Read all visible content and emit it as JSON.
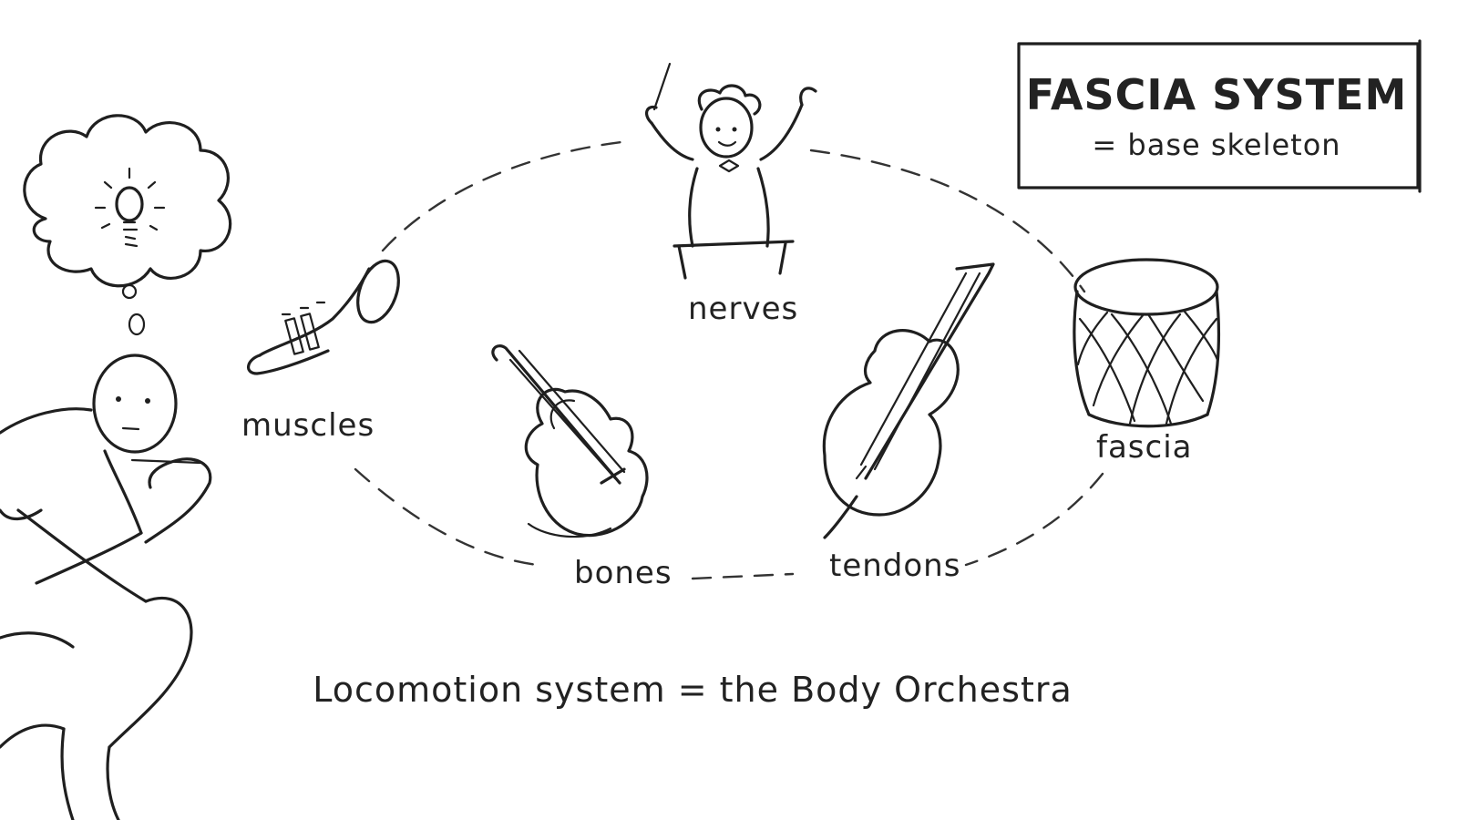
{
  "box": {
    "title": "FASCIA SYSTEM",
    "subtitle": "= base skeleton"
  },
  "labels": {
    "muscles": "muscles",
    "nerves": "nerves",
    "bones": "bones",
    "tendons": "tendons",
    "fascia": "fascia"
  },
  "caption": "Locomotion system = the Body Orchestra",
  "icons": {
    "thinker": "thinking-person-icon",
    "idea": "lightbulb-icon",
    "trumpet": "trumpet-icon",
    "conductor": "conductor-icon",
    "violin": "violin-icon",
    "cello": "cello-icon",
    "drum": "drum-icon"
  }
}
